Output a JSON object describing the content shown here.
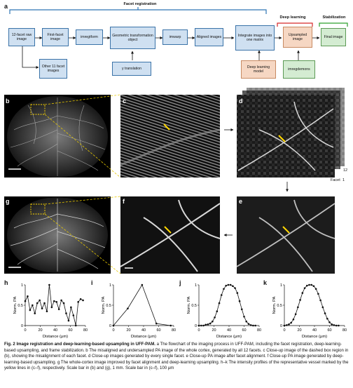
{
  "panel_a": {
    "letter": "a",
    "groups": {
      "facet_registration": "Facet registration",
      "deep_learning": "Deep learning",
      "stabilization": "Stabilization"
    },
    "boxes": {
      "raw": "12-facet raw image",
      "first": "First-facet image",
      "imregtform": "imregtform",
      "geom": "Geometric transformation object",
      "imwarp": "imwarp",
      "aligned": "Aligned images",
      "integrate": "Integrate images into one matrix",
      "upsampled": "Upsampled image",
      "final": "Final image",
      "other": "Other 11 facet images",
      "ytrans": "y translation",
      "dlmodel": "Deep learning model",
      "imregdemons": "imregdemons"
    },
    "colors": {
      "facet_bracket": "#2f75b5",
      "deep_bracket": "#d62728",
      "stab_bracket": "#2ca02c"
    }
  },
  "images": {
    "b": "b",
    "c": "c",
    "d": "d",
    "e": "e",
    "f": "f",
    "g": "g",
    "facet_label": "Facet",
    "facet_one": "1",
    "facet_twelve": "12"
  },
  "plots": {
    "h": "h",
    "i": "i",
    "j": "j",
    "k": "k",
    "ylabel": "Norm. PA",
    "xlabel": "Distance (μm)"
  },
  "chart_data": [
    {
      "type": "line",
      "panel": "h",
      "xlabel": "Distance (μm)",
      "ylabel": "Norm. PA",
      "xlim": [
        0,
        80
      ],
      "ylim": [
        0,
        1
      ],
      "xticks": [
        0,
        20,
        40,
        60,
        80
      ],
      "yticks": [
        0,
        0.5,
        1
      ],
      "x": [
        0,
        3.2,
        6.4,
        9.6,
        12.8,
        16,
        19.2,
        22.4,
        25.6,
        28.8,
        32,
        35.2,
        38.4,
        41.6,
        44.8,
        48,
        51.2,
        54.4,
        57.6,
        60.8,
        64,
        67.2,
        70.4,
        73.6,
        76.8
      ],
      "y": [
        0.6,
        0.72,
        0.38,
        0.5,
        0.3,
        0.55,
        0.62,
        0.42,
        0.55,
        0.35,
        1.0,
        0.45,
        0.6,
        0.58,
        0.4,
        0.62,
        0.55,
        0.3,
        0.12,
        0.45,
        0.25,
        0.0,
        0.58,
        0.65,
        0.62
      ]
    },
    {
      "type": "line",
      "panel": "i",
      "xlabel": "Distance (μm)",
      "ylabel": "Norm. PA",
      "xlim": [
        0,
        80
      ],
      "ylim": [
        0,
        1
      ],
      "xticks": [
        0,
        20,
        40,
        60,
        80
      ],
      "yticks": [
        0,
        0.5,
        1
      ],
      "x": [
        0,
        19,
        38,
        57,
        76
      ],
      "y": [
        0.0,
        0.42,
        1.0,
        0.05,
        0.0
      ]
    },
    {
      "type": "line",
      "panel": "j",
      "xlabel": "Distance (μm)",
      "ylabel": "Norm. PA",
      "xlim": [
        0,
        80
      ],
      "ylim": [
        0,
        1
      ],
      "xticks": [
        0,
        20,
        40,
        60,
        80
      ],
      "yticks": [
        0,
        0.5,
        1
      ],
      "x": [
        0,
        3,
        6,
        9,
        12,
        15,
        18,
        21,
        24,
        27,
        30,
        33,
        36,
        39,
        42,
        45,
        48,
        51,
        54,
        57,
        60,
        63,
        66,
        69,
        72,
        75
      ],
      "y": [
        0.0,
        0.0,
        0.0,
        0.02,
        0.03,
        0.05,
        0.1,
        0.2,
        0.35,
        0.55,
        0.75,
        0.9,
        0.98,
        1.0,
        1.0,
        0.97,
        0.92,
        0.8,
        0.6,
        0.4,
        0.22,
        0.1,
        0.04,
        0.01,
        0.0,
        0.0
      ]
    },
    {
      "type": "line",
      "panel": "k",
      "xlabel": "Distance (μm)",
      "ylabel": "Norm. PA",
      "xlim": [
        0,
        80
      ],
      "ylim": [
        0,
        1
      ],
      "xticks": [
        0,
        20,
        40,
        60,
        80
      ],
      "yticks": [
        0,
        0.5,
        1
      ],
      "x": [
        0,
        3,
        6,
        9,
        12,
        15,
        18,
        21,
        24,
        27,
        30,
        33,
        36,
        39,
        42,
        45,
        48,
        51,
        54,
        57,
        60,
        63,
        66,
        69,
        72
      ],
      "y": [
        0.0,
        0.01,
        0.03,
        0.07,
        0.15,
        0.28,
        0.45,
        0.63,
        0.8,
        0.92,
        0.98,
        1.0,
        1.0,
        0.97,
        0.9,
        0.78,
        0.62,
        0.45,
        0.3,
        0.17,
        0.08,
        0.03,
        0.01,
        0.0,
        0.0
      ]
    }
  ],
  "caption": {
    "title": "Fig. 2 Image registration and deep-learning-based upsampling in UFF-PAM.",
    "body": " a The flowchart of the imaging process in UFF-PAM, including the facet registration, deep-learning-based upsampling, and frame stabilization. b The misaligned and undersampled PA image of the whole cortex, generated by all 12 facets. c Close-up image of the dashed box region in (b), showing the misalignment of each facet. d Close-up images generated by every single facet. e Close-up PA image after facet alignment. f Close-up PA image generated by deep-learning-based upsampling. g The whole-cortex image improved by facet alignment and deep-learning upsampling. h–k The intensity profiles of the representative vessel marked by the yellow lines in (c–f), respectively. Scale bar in (b) and (g), 1 mm. Scale bar in (c–f), 100 μm"
  }
}
